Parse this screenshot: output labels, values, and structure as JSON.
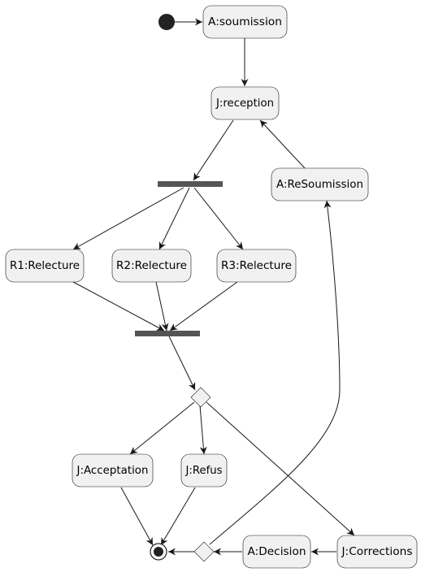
{
  "diagram": {
    "type": "activity",
    "nodes": {
      "soumission": "A:soumission",
      "reception": "J:reception",
      "resoumission": "A:ReSoumission",
      "r1": "R1:Relecture",
      "r2": "R2:Relecture",
      "r3": "R3:Relecture",
      "acceptation": "J:Acceptation",
      "refus": "J:Refus",
      "corrections": "J:Corrections",
      "decision": "A:Decision"
    },
    "edges": [
      {
        "from": "start",
        "to": "soumission"
      },
      {
        "from": "soumission",
        "to": "reception"
      },
      {
        "from": "reception",
        "to": "fork"
      },
      {
        "from": "resoumission",
        "to": "reception"
      },
      {
        "from": "fork",
        "to": "r1"
      },
      {
        "from": "fork",
        "to": "r2"
      },
      {
        "from": "fork",
        "to": "r3"
      },
      {
        "from": "r1",
        "to": "join"
      },
      {
        "from": "r2",
        "to": "join"
      },
      {
        "from": "r3",
        "to": "join"
      },
      {
        "from": "join",
        "to": "decision_diamond"
      },
      {
        "from": "decision_diamond",
        "to": "acceptation"
      },
      {
        "from": "decision_diamond",
        "to": "refus"
      },
      {
        "from": "decision_diamond",
        "to": "corrections"
      },
      {
        "from": "acceptation",
        "to": "end"
      },
      {
        "from": "refus",
        "to": "end"
      },
      {
        "from": "corrections",
        "to": "decision"
      },
      {
        "from": "decision",
        "to": "merge_diamond"
      },
      {
        "from": "merge_diamond",
        "to": "end"
      },
      {
        "from": "merge_diamond",
        "to": "resoumission"
      }
    ]
  }
}
